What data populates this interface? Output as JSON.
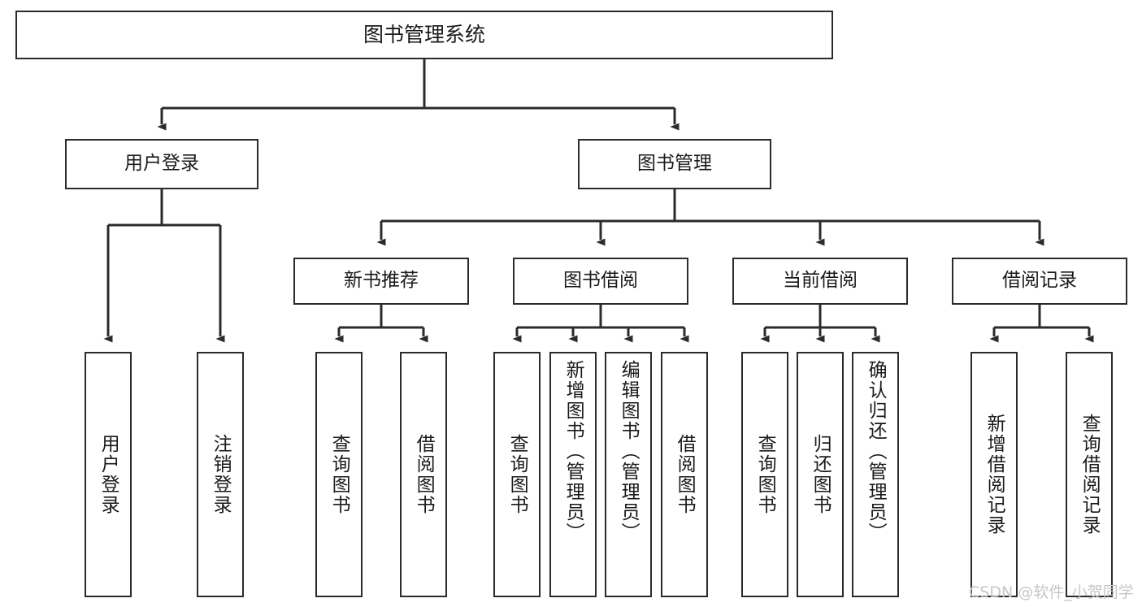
{
  "diagram": {
    "title": "图书管理系统",
    "type": "tree-hierarchy",
    "watermark": "CSDN @软件_小贺同学",
    "colors": {
      "box_border": "#2b2b2b",
      "box_fill": "#ffffff",
      "edge": "#2b2b2b",
      "text": "#1a1a1a",
      "watermark": "#c6c6c6",
      "background": "#ffffff"
    }
  },
  "nodes": {
    "root": {
      "label": "图书管理系统"
    },
    "level1": [
      {
        "id": "user-login",
        "label": "用户登录"
      },
      {
        "id": "book-manage",
        "label": "图书管理"
      }
    ],
    "level2": [
      {
        "id": "new-book-rec",
        "label": "新书推荐"
      },
      {
        "id": "book-borrow",
        "label": "图书借阅"
      },
      {
        "id": "current-borrow",
        "label": "当前借阅"
      },
      {
        "id": "borrow-record",
        "label": "借阅记录"
      }
    ],
    "leaves": {
      "user_login": [
        {
          "id": "leaf-user-login",
          "label": "用户登录"
        },
        {
          "id": "leaf-logout",
          "label": "注销登录"
        }
      ],
      "new_book_rec": [
        {
          "id": "leaf-query-book-1",
          "label": "查询图书"
        },
        {
          "id": "leaf-borrow-book-1",
          "label": "借阅图书"
        }
      ],
      "book_borrow": [
        {
          "id": "leaf-query-book-2",
          "label": "查询图书"
        },
        {
          "id": "leaf-add-book",
          "label": "新增图书（管理员）"
        },
        {
          "id": "leaf-edit-book",
          "label": "编辑图书（管理员）"
        },
        {
          "id": "leaf-borrow-book-2",
          "label": "借阅图书"
        }
      ],
      "current_borrow": [
        {
          "id": "leaf-query-book-3",
          "label": "查询图书"
        },
        {
          "id": "leaf-return-book",
          "label": "归还图书"
        },
        {
          "id": "leaf-confirm-return",
          "label": "确认归还（管理员）"
        }
      ],
      "borrow_record": [
        {
          "id": "leaf-add-record",
          "label": "新增借阅记录"
        },
        {
          "id": "leaf-query-record",
          "label": "查询借阅记录"
        }
      ]
    }
  }
}
